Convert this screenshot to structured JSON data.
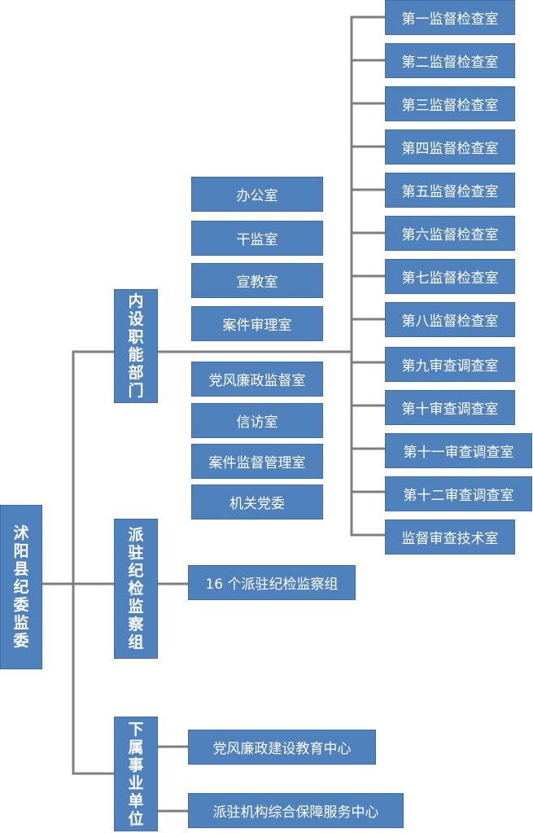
{
  "root": {
    "label": "沭阳县纪委监委"
  },
  "branches": {
    "internal": {
      "label": "内设职能部门"
    },
    "stationed": {
      "label": "派驻纪检监察组"
    },
    "affiliated": {
      "label": "下属事业单位"
    }
  },
  "middle_offices": [
    "办公室",
    "干监室",
    "宣教室",
    "案件审理室",
    "党风廉政监督室",
    "信访室",
    "案件监督管理室",
    "机关党委"
  ],
  "inspection_rooms": [
    "第一监督检查室",
    "第二监督检查室",
    "第三监督检查室",
    "第四监督检查室",
    "第五监督检查室",
    "第六监督检查室",
    "第七监督检查室",
    "第八监督检查室",
    "第九审查调查室",
    "第十审查调查室",
    "第十一审查调查室",
    "第十二审查调查室",
    "监督审查技术室"
  ],
  "stationed_groups": {
    "label": "16 个派驻纪检监察组"
  },
  "affiliated_units": [
    "党风廉政建设教育中心",
    "派驻机构综合保障服务中心"
  ],
  "colors": {
    "box_fill": "#4f81bd",
    "box_text": "#ffffff",
    "connector": "#7f7f7f"
  }
}
